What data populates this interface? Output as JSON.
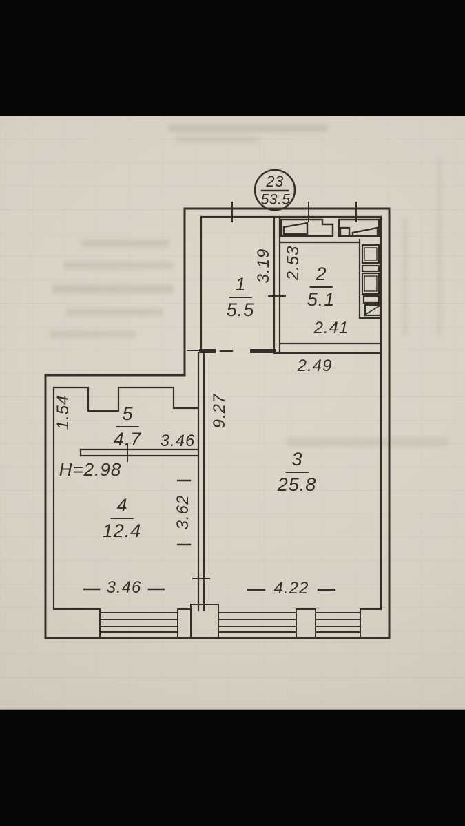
{
  "stamp": {
    "apartment_number": "23",
    "total_area": "53.5"
  },
  "rooms": [
    {
      "number": "1",
      "area": "5.5"
    },
    {
      "number": "2",
      "area": "5.1"
    },
    {
      "number": "3",
      "area": "25.8"
    },
    {
      "number": "4",
      "area": "12.4"
    },
    {
      "number": "5",
      "area": "4.7"
    }
  ],
  "dimensions": {
    "room1_depth": "3.19",
    "room2_depth": "2.53",
    "room2_width": "2.41",
    "hall_width": "2.49",
    "room3_depth": "9.27",
    "room5_width": "3.46",
    "room5_depth": "1.54",
    "ceiling_height": "H=2.98",
    "room4_depth": "3.62",
    "room4_width": "3.46",
    "room3_width": "4.22"
  },
  "colors": {
    "ink": "#33302a",
    "paper": "#d7d0c3"
  }
}
